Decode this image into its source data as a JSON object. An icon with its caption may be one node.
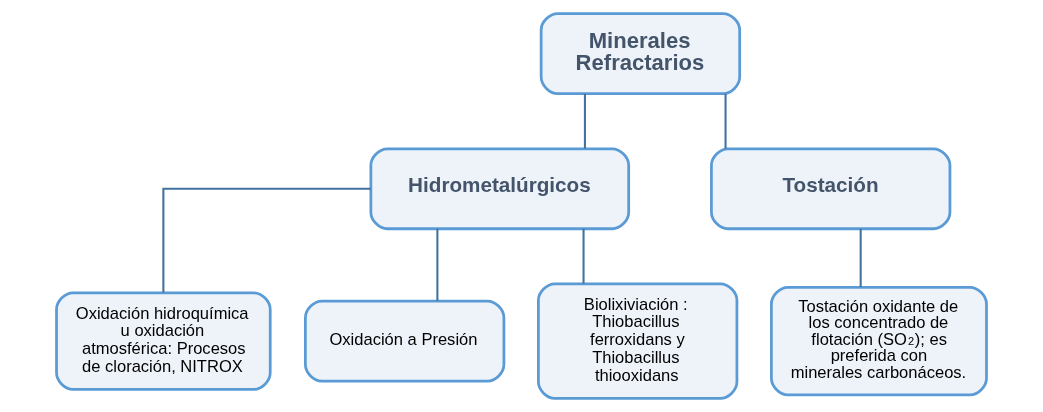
{
  "diagram": {
    "nodes": [
      {
        "text": [
          "Minerales Refractarios"
        ]
      },
      {
        "text": [
          "Hidrometalúrgicos"
        ]
      },
      {
        "text": [
          "Tostación"
        ]
      },
      {
        "text": [
          "Oxidación hidroquímica u oxidación atmosférica: Procesos de cloración, NITROX"
        ]
      },
      {
        "text": [
          "Oxidación a Presión"
        ]
      },
      {
        "text": [
          "Biolixiviación : Thiobacillus ferroxidans y Thiobacillus thiooxidans"
        ]
      },
      {
        "text": [
          "Tostación oxidante de los concentrado de flotación (SO$_{2}$); es preferida con minerales carbonáceos."
        ]
      }
    ],
    "edges": [
      {
        "from": 0,
        "to": 1,
        "arrow": "none"
      },
      {
        "from": 0,
        "to": 2,
        "arrow": "none"
      },
      {
        "from": 1,
        "to": 3,
        "arrow": "none"
      },
      {
        "from": 1,
        "to": 4,
        "arrow": "none"
      },
      {
        "from": 1,
        "to": 5,
        "arrow": "none"
      },
      {
        "from": 2,
        "to": 6,
        "arrow": "none"
      }
    ]
  }
}
